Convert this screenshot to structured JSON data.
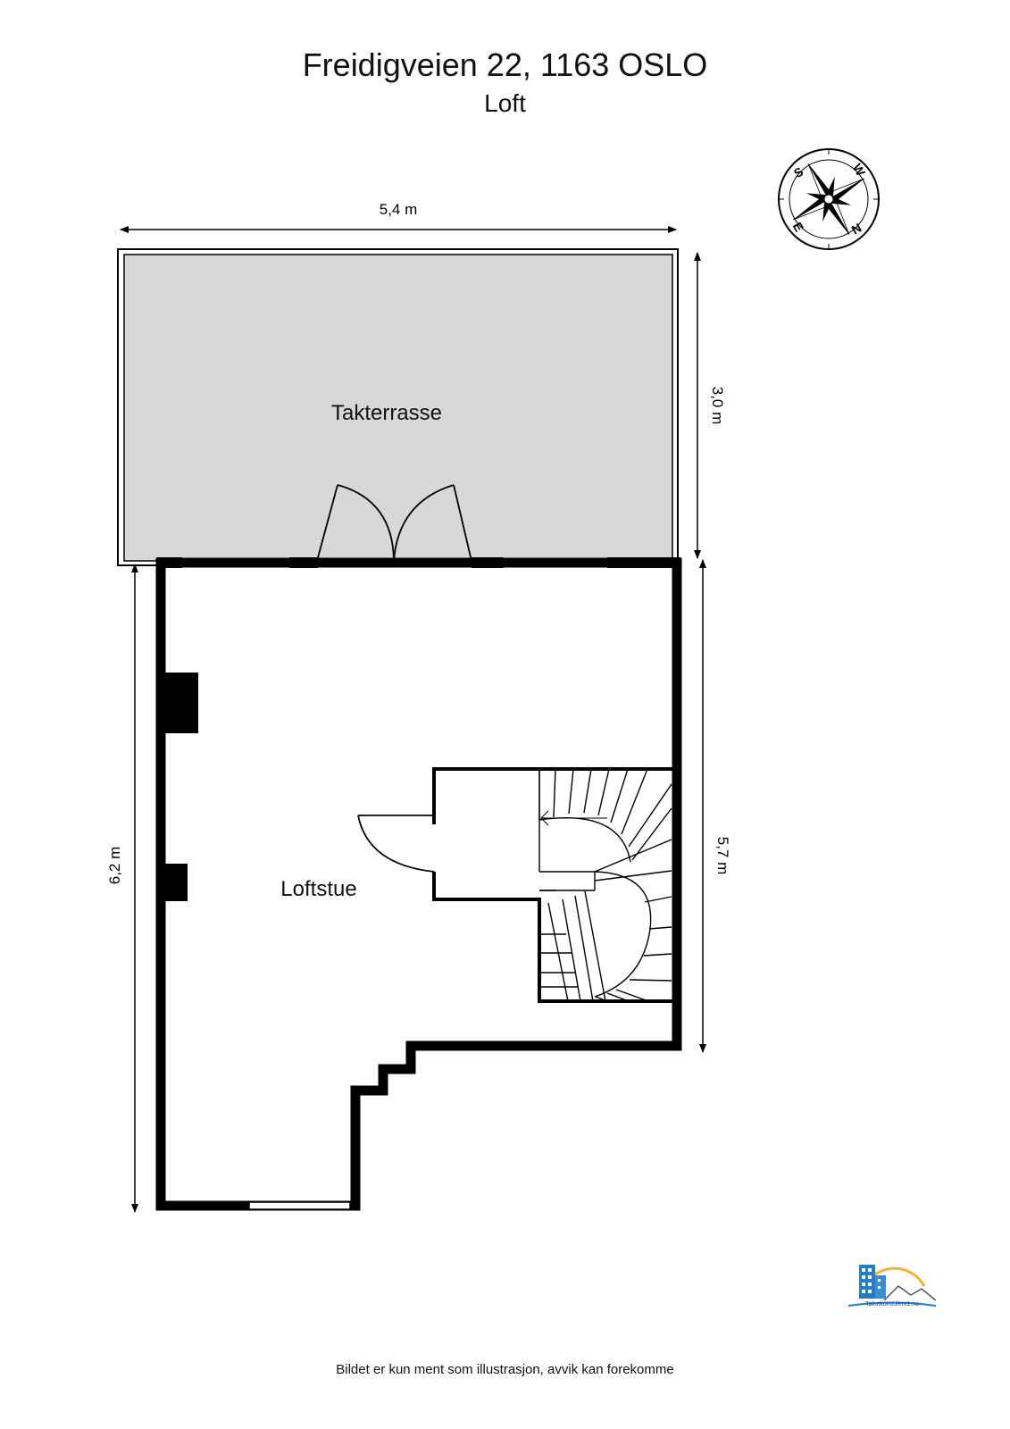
{
  "header": {
    "address": "Freidigveien 22, 1163 OSLO",
    "floor": "Loft"
  },
  "dimensions": {
    "top_width": "5,4 m",
    "terrace_depth": "3,0 m",
    "right_depth": "5,7 m",
    "left_depth": "6,2 m"
  },
  "rooms": {
    "terrace": "Takterrasse",
    "living": "Loftstue"
  },
  "compass": {
    "s": "S",
    "w": "W",
    "n": "N",
    "e": "E"
  },
  "logo": {
    "text": "Takstkonsulent1.no"
  },
  "footer": {
    "note": "Bildet er kun ment som illustrasjon, avvik kan forekomme"
  },
  "colors": {
    "terrace_fill": "#d8d8d8",
    "wall": "#000000",
    "logo_blue": "#2a7bbd",
    "logo_gold": "#f2b33a"
  }
}
